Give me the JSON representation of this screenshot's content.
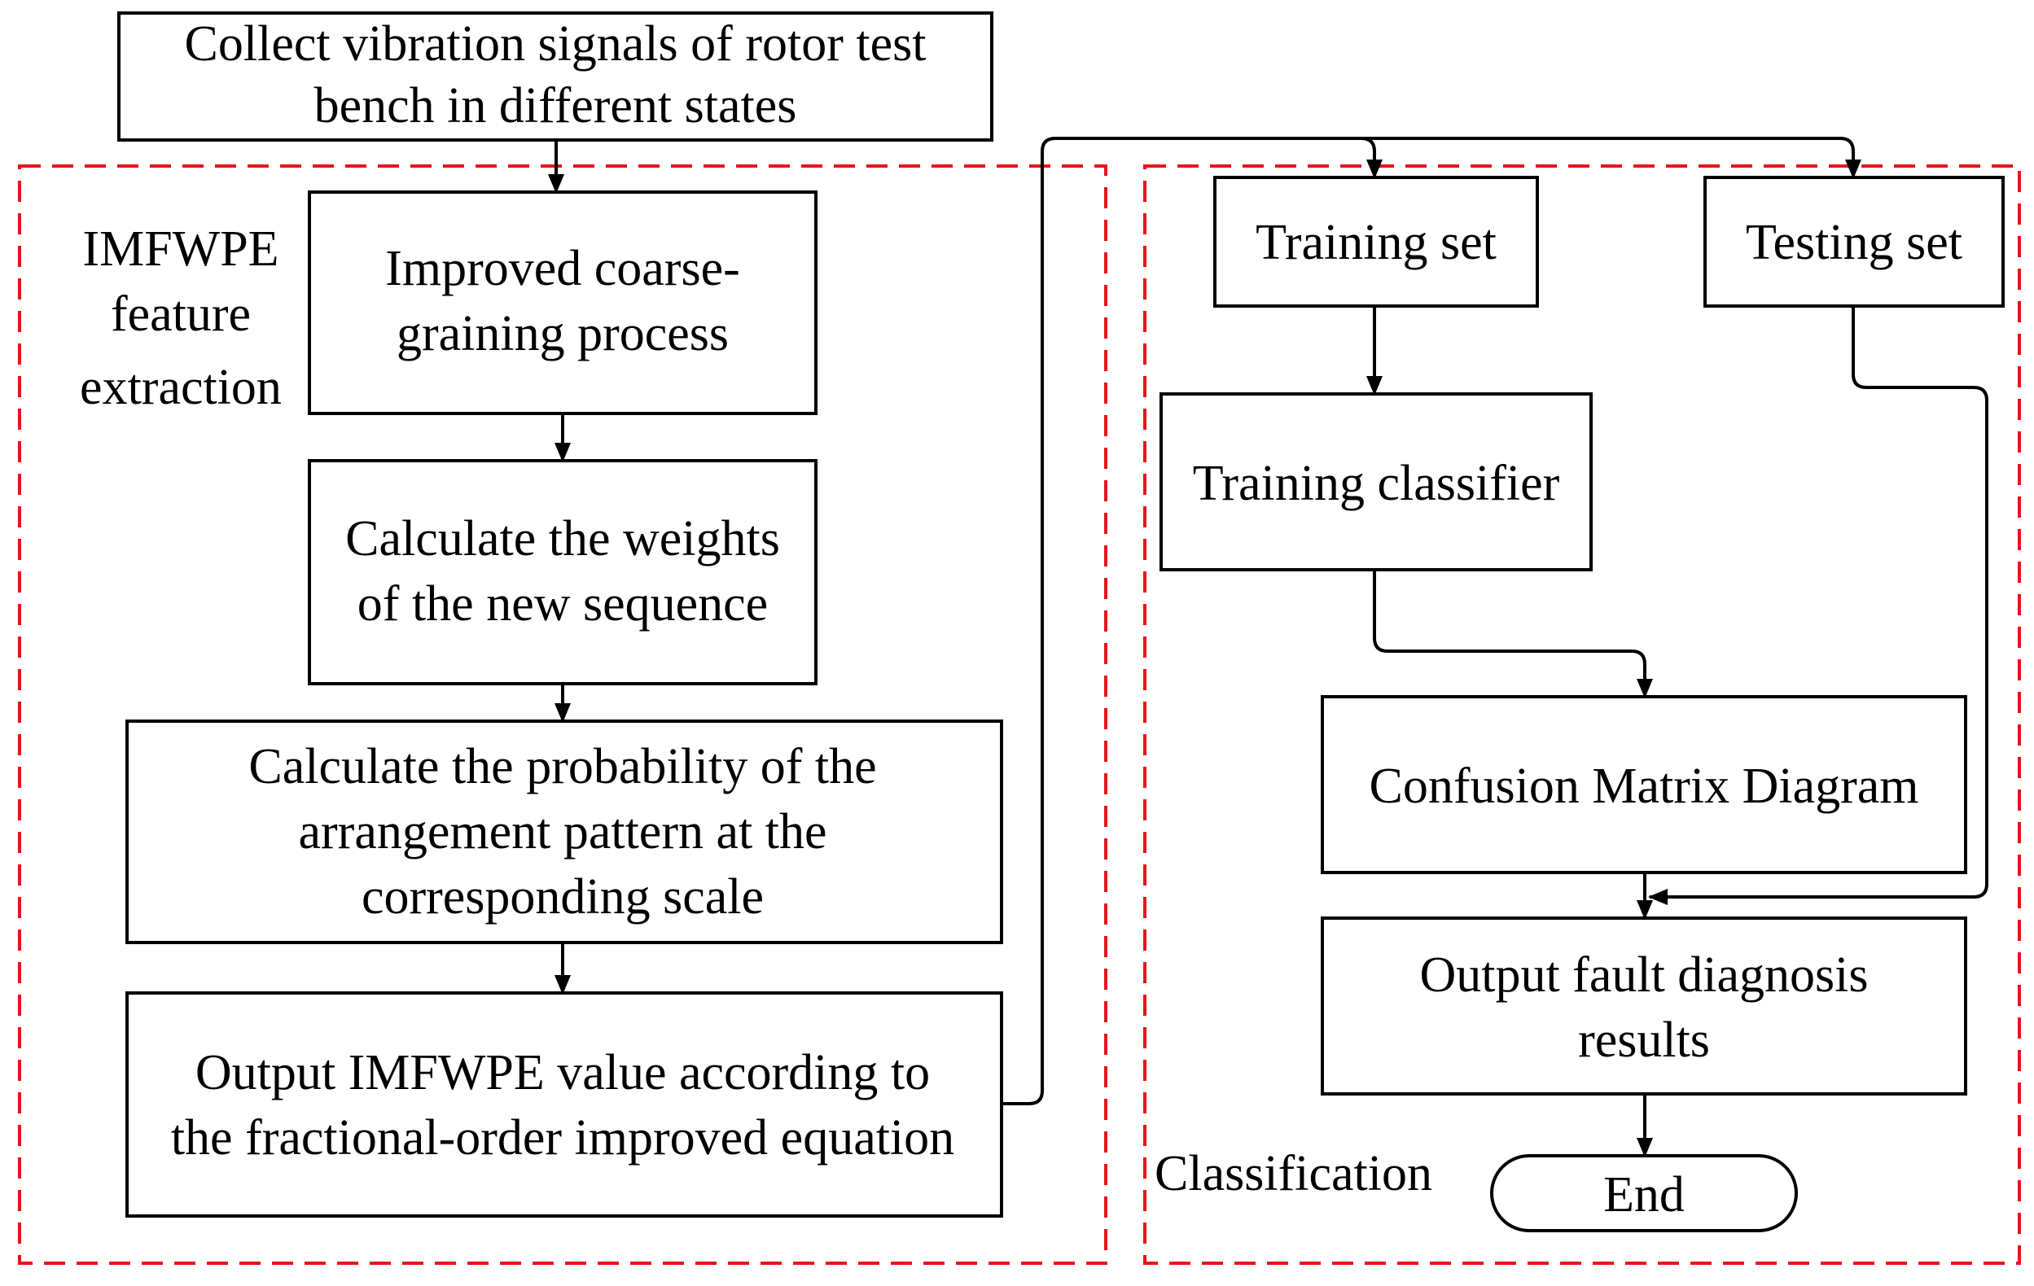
{
  "colors": {
    "frame": "#e8141c",
    "stroke": "#000000",
    "background": "#ffffff"
  },
  "collect": {
    "line1": "Collect vibration signals of rotor test",
    "line2": "bench in different states"
  },
  "feature_group": {
    "label_line1": "IMFWPE",
    "label_line2": "feature",
    "label_line3": "extraction",
    "coarse": {
      "line1": "Improved coarse-",
      "line2": "graining process"
    },
    "weights": {
      "line1": "Calculate the weights",
      "line2": "of the new sequence"
    },
    "probability": {
      "line1": "Calculate the probability of the",
      "line2": "arrangement pattern at the",
      "line3": "corresponding scale"
    },
    "output_value": {
      "line1": "Output IMFWPE value according to",
      "line2": "the fractional-order improved equation"
    }
  },
  "classification_group": {
    "label": "Classification",
    "training_set": "Training set",
    "testing_set": "Testing set",
    "training_classifier": "Training classifier",
    "confusion_matrix": "Confusion Matrix Diagram",
    "output_results": {
      "line1": "Output fault diagnosis",
      "line2": "results"
    },
    "end": "End"
  }
}
